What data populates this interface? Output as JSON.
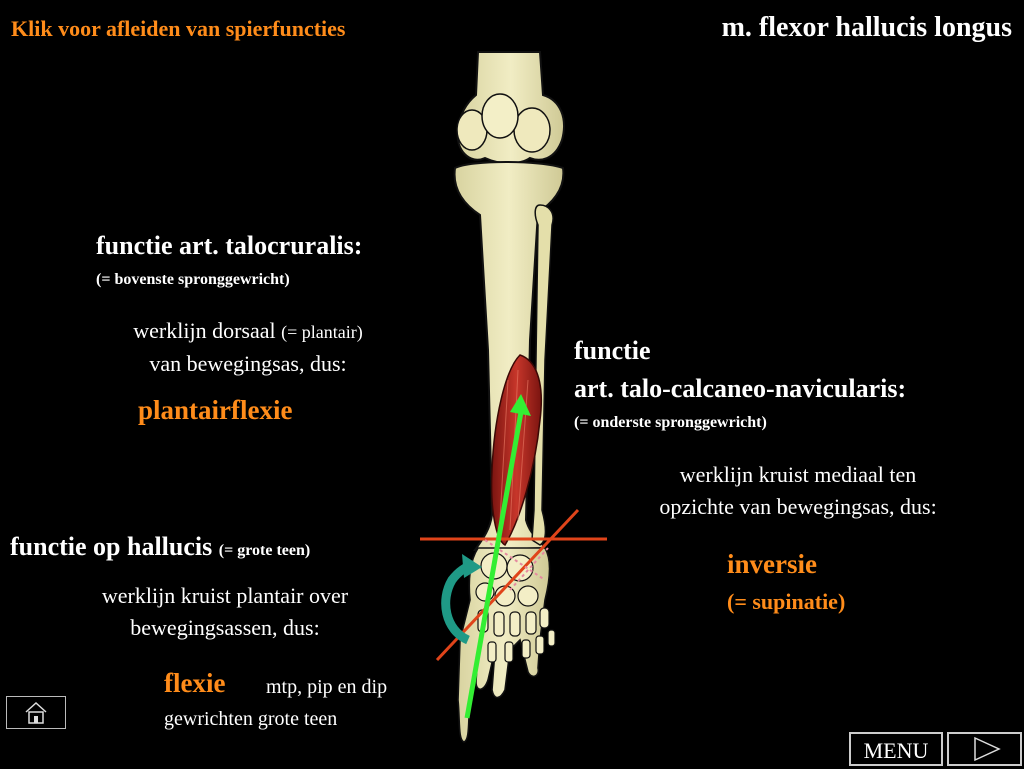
{
  "header": {
    "link_text": "Klik voor afleiden van spierfuncties",
    "title": "m. flexor hallucis longus"
  },
  "talocruralis": {
    "heading": "functie art. talocruralis:",
    "subheading": "(= bovenste spronggewricht)",
    "line1_main": "werklijn dorsaal ",
    "line1_paren": "(= plantair)",
    "line2": "van bewegingsas, dus:",
    "result": "plantairflexie"
  },
  "talocalcaneo": {
    "heading_line1": "functie",
    "heading_line2": "art. talo-calcaneo-navicularis:",
    "subheading": "(= onderste spronggewricht)",
    "line1": "werklijn kruist mediaal ten",
    "line2": "opzichte van bewegingsas, dus:",
    "result": "inversie",
    "result_note": "(= supinatie)"
  },
  "hallucis": {
    "heading": "functie op hallucis ",
    "heading_note": "(= grote teen)",
    "line1": "werklijn kruist plantair over",
    "line2": "bewegingsassen, dus:",
    "result": "flexie",
    "detail_line1": "mtp, pip en dip",
    "detail_line2": "gewrichten grote teen"
  },
  "navigation": {
    "menu_label": "MENU",
    "home_icon": "home-icon",
    "next_icon": "play-triangle-icon"
  },
  "colors": {
    "background": "#000000",
    "accent": "#ff8c1a",
    "muscle": "#b0281c",
    "bone": "#ebe6b4",
    "line_of_action": "#33ee33",
    "axis": "#e0441a",
    "rotation_arrow": "#1f9a86"
  }
}
